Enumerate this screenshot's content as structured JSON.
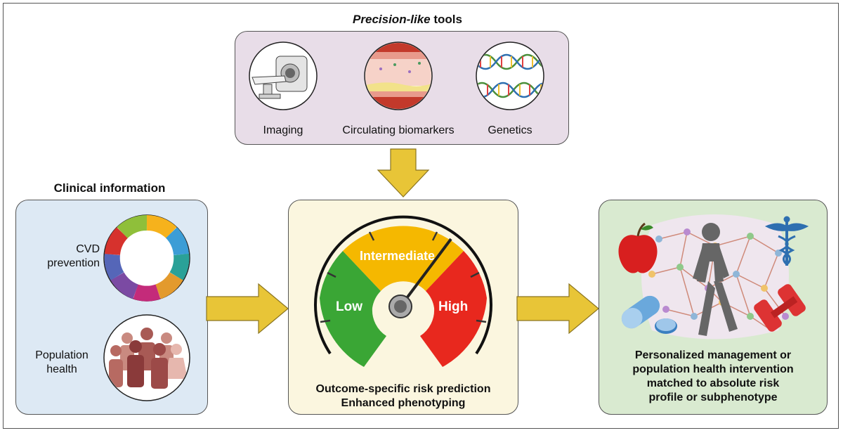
{
  "top": {
    "title_italic": "Precision-like",
    "title_rest": " tools",
    "items": [
      {
        "label": "Imaging",
        "icon": "ct-scanner-icon"
      },
      {
        "label": "Circulating biomarkers",
        "icon": "blood-vessel-icon"
      },
      {
        "label": "Genetics",
        "icon": "dna-icon"
      }
    ]
  },
  "left": {
    "title": "Clinical information",
    "cvd_line1": "CVD",
    "cvd_line2": "prevention",
    "pop_line1": "Population",
    "pop_line2": "health"
  },
  "gauge": {
    "low": "Low",
    "intermediate": "Intermediate",
    "high": "High",
    "caption_line1": "Outcome-specific risk prediction",
    "caption_line2": "Enhanced phenotyping"
  },
  "right": {
    "line1": "Personalized management or",
    "line2": "population health intervention",
    "line3": "matched to absolute risk",
    "line4": "profile or subphenotype"
  },
  "colors": {
    "top_box": "#e8dde8",
    "left_box": "#dde9f4",
    "middle_box": "#fbf6df",
    "right_box": "#d9ead0",
    "arrow": "#e8c537",
    "gauge_low": "#3aa635",
    "gauge_intermediate": "#f5b800",
    "gauge_high": "#e8281e"
  }
}
